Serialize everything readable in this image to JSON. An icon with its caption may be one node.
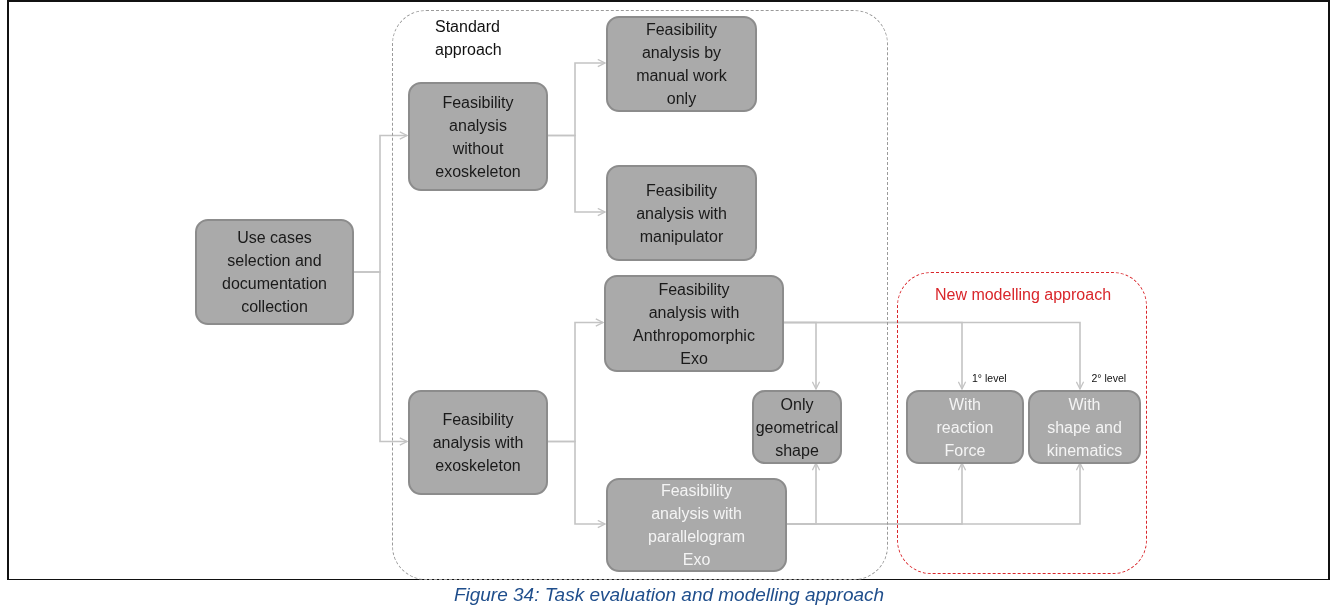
{
  "diagram": {
    "caption": "Figure 34: Task evaluation and modelling approach",
    "nodes": [
      {
        "text": [
          "Standard approach"
        ]
      },
      {
        "text": [
          "New modelling approach"
        ]
      },
      {
        "text": [
          "Use cases selection and documentation collection"
        ]
      },
      {
        "text": [
          "Feasibility analysis without exoskeleton"
        ],
        "in": 0
      },
      {
        "text": [
          "Feasibility analysis by manual work only"
        ],
        "in": 0
      },
      {
        "text": [
          "Feasibility analysis with manipulator"
        ],
        "in": 0
      },
      {
        "text": [
          "Feasibility analysis with Anthropomorphic Exo"
        ],
        "in": 0
      },
      {
        "text": [
          "Feasibility analysis with exoskeleton"
        ],
        "in": 0
      },
      {
        "text": [
          "Only geometrical shape"
        ],
        "in": 0
      },
      {
        "text": [
          "Feasibility analysis with parallelogram Exo"
        ],
        "in": 0
      },
      {
        "text": [
          "With reaction Force"
        ],
        "in": 1,
        "beside": [
          "1° level"
        ]
      },
      {
        "text": [
          "With shape and kinematics"
        ],
        "in": 1,
        "beside": [
          "2° level"
        ]
      }
    ],
    "edges": [
      {
        "from": 2,
        "to": 3,
        "arrow": "to"
      },
      {
        "from": 2,
        "to": 7,
        "arrow": "to"
      },
      {
        "from": 3,
        "to": 4,
        "arrow": "to"
      },
      {
        "from": 3,
        "to": 5,
        "arrow": "to"
      },
      {
        "from": 7,
        "to": 6,
        "arrow": "to"
      },
      {
        "from": 7,
        "to": 9,
        "arrow": "to"
      },
      {
        "from": 6,
        "to": 8,
        "arrow": "to"
      },
      {
        "from": 6,
        "to": 10,
        "arrow": "to"
      },
      {
        "from": 6,
        "to": 11,
        "arrow": "to"
      },
      {
        "from": 9,
        "to": 8,
        "arrow": "to"
      },
      {
        "from": 9,
        "to": 10,
        "arrow": "to"
      },
      {
        "from": 9,
        "to": 11,
        "arrow": "to"
      }
    ]
  }
}
